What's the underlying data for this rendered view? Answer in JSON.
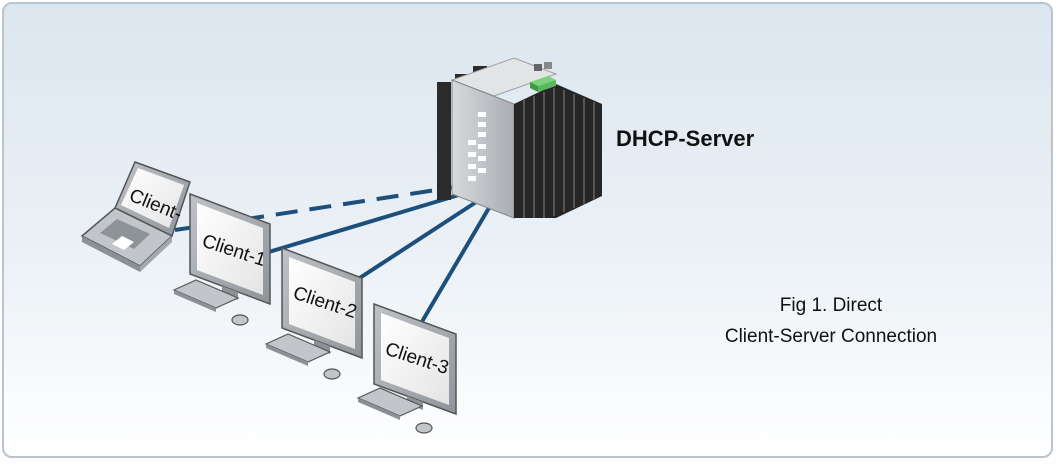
{
  "server": {
    "label": "DHCP-Server",
    "icon": "server-icon"
  },
  "clients": [
    {
      "label": "Client-",
      "device": "laptop-icon",
      "link": "dashed"
    },
    {
      "label": "Client-1",
      "device": "desktop-icon",
      "link": "solid"
    },
    {
      "label": "Client-2",
      "device": "desktop-icon",
      "link": "solid"
    },
    {
      "label": "Client-3",
      "device": "desktop-icon",
      "link": "solid"
    }
  ],
  "caption": {
    "line1": "Fig 1. Direct",
    "line2": "Client-Server Connection"
  },
  "colors": {
    "link": "#1d4f7c",
    "server_dark": "#2b2b2b",
    "server_face": "#c9ccd0",
    "server_led": "#4caf50"
  }
}
